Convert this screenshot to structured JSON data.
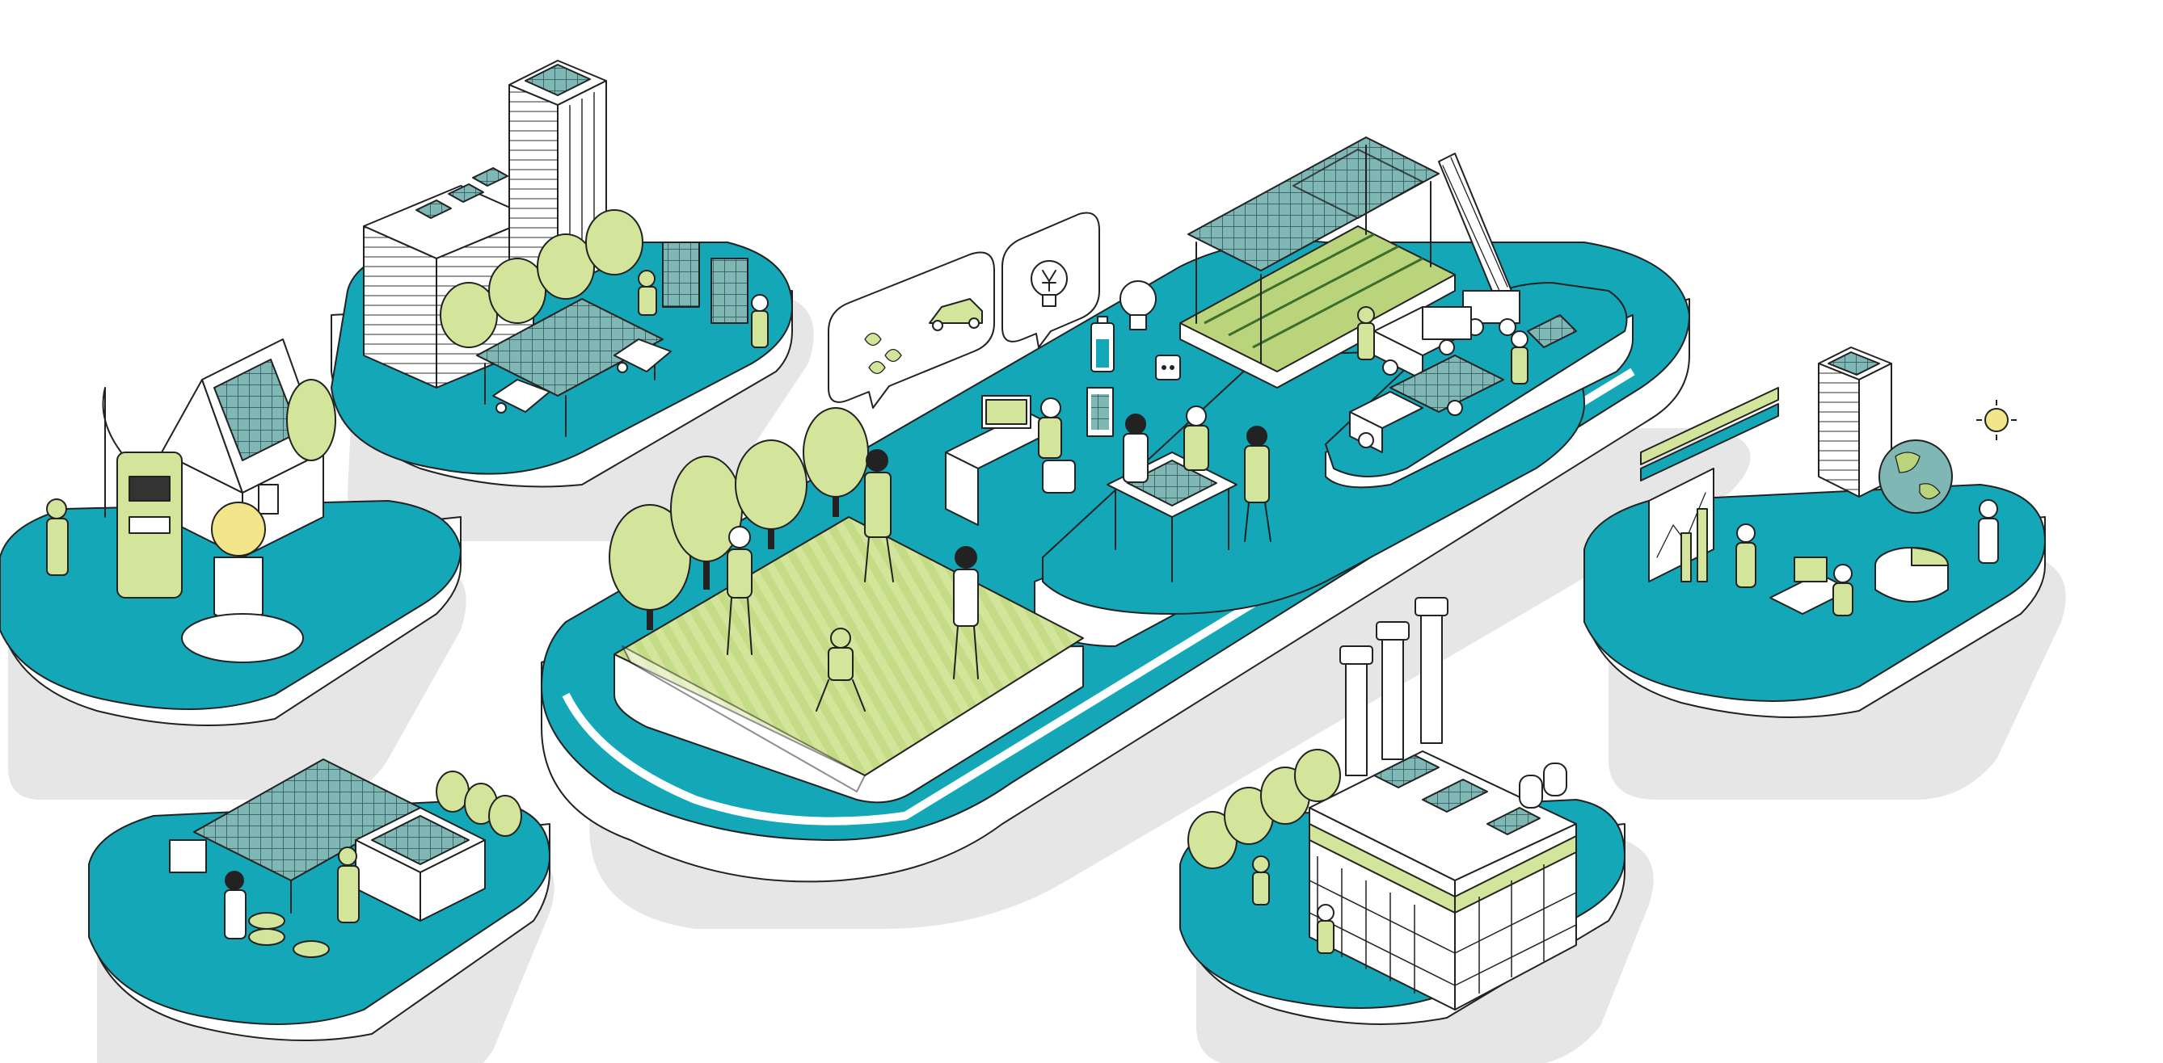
{
  "colors": {
    "background": "#ffffff",
    "platform_top": "#14a7b8",
    "platform_side": "#ffffff",
    "shadow": "#e6e6e6",
    "accent_green": "#d3e59a",
    "accent_green_dark": "#b9d47a",
    "solar_panel": "#7fb7b5",
    "outline": "#222222"
  },
  "scene": {
    "islands": [
      {
        "id": "central-hub",
        "icons": [
          "farm-field-icon",
          "office-desk-icon",
          "agrivoltaic-greenhouse-icon",
          "truck-icon",
          "crane-icon"
        ]
      },
      {
        "id": "city-offices",
        "icons": [
          "skyscraper-icon",
          "solar-carport-icon",
          "car-icon"
        ]
      },
      {
        "id": "smart-home",
        "icons": [
          "house-icon",
          "solar-roof-icon",
          "charging-station-icon",
          "lightbulb-icon"
        ]
      },
      {
        "id": "solar-farm",
        "icons": [
          "solar-array-icon",
          "warehouse-icon",
          "coin-stack-icon"
        ]
      },
      {
        "id": "industrial-plant",
        "icons": [
          "factory-icon",
          "chimney-icon",
          "scaffolding-icon"
        ]
      },
      {
        "id": "analytics",
        "icons": [
          "globe-icon",
          "bar-chart-icon",
          "pie-chart-icon",
          "sun-icon"
        ]
      }
    ],
    "speech_bubbles": [
      {
        "id": "ev-bubble",
        "icons": [
          "leaf-icon",
          "electric-car-icon"
        ]
      },
      {
        "id": "idea-bubble",
        "icons": [
          "lightbulb-icon",
          "currency-yen-icon"
        ]
      }
    ]
  }
}
